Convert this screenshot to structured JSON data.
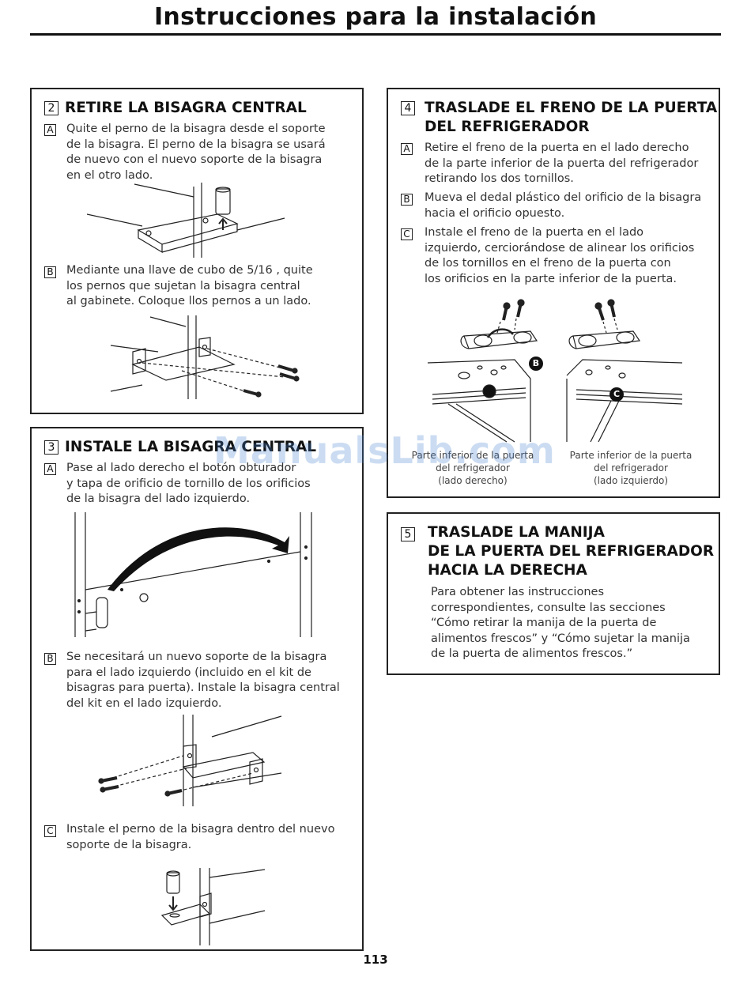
{
  "page": {
    "title": "Instrucciones para la instalación",
    "page_number": "113",
    "watermark": "ManualsLib.com"
  },
  "sections": {
    "s2": {
      "number": "2",
      "title": "RETIRE LA BISAGRA CENTRAL",
      "steps": [
        {
          "letter": "A",
          "lines": [
            "Quite el perno de la bisagra desde el soporte",
            "de la bisagra. El perno de la bisagra se usará",
            "de nuevo con el nuevo soporte de la bisagra",
            "en el otro lado."
          ]
        },
        {
          "letter": "B",
          "lines": [
            "Mediante una llave de cubo de 5/16  , quite",
            "los pernos que sujetan la bisagra central",
            "al gabinete. Coloque llos pernos a un lado."
          ]
        }
      ]
    },
    "s3": {
      "number": "3",
      "title": "INSTALE LA BISAGRA CENTRAL",
      "steps": [
        {
          "letter": "A",
          "lines": [
            "Pase al lado derecho el botón obturador",
            "y tapa de orificio de tornillo de los orificios",
            "de la bisagra del lado izquierdo."
          ]
        },
        {
          "letter": "B",
          "lines": [
            "Se necesitará un nuevo soporte de la bisagra",
            "para el lado izquierdo (incluido en el kit de",
            "bisagras para puerta). Instale la bisagra central",
            "del kit en el lado izquierdo."
          ]
        },
        {
          "letter": "C",
          "lines": [
            "Instale el perno de la bisagra dentro del nuevo",
            "soporte de la bisagra."
          ]
        }
      ]
    },
    "s4": {
      "number": "4",
      "title_lines": [
        "TRASLADE EL FRENO DE LA PUERTA",
        "DEL REFRIGERADOR"
      ],
      "steps": [
        {
          "letter": "A",
          "lines": [
            "Retire el freno de la puerta en el lado derecho",
            "de la parte inferior de la puerta del refrigerador",
            "retirando los dos tornillos."
          ]
        },
        {
          "letter": "B",
          "lines": [
            "Mueva el dedal plástico del orificio de la bisagra",
            "hacia el orificio opuesto."
          ]
        },
        {
          "letter": "C",
          "lines": [
            "Instale el freno de la puerta en el lado",
            "izquierdo, cerciorándose de alinear los orificios",
            "de los tornillos en el freno de la puerta con",
            "los orificios en la parte inferior de la puerta."
          ]
        }
      ],
      "callout_b": "B",
      "callout_c": "C",
      "caption_left": [
        "Parte inferior de la puerta",
        "del refrigerador",
        "(lado derecho)"
      ],
      "caption_right": [
        "Parte inferior de la puerta",
        "del refrigerador",
        "(lado izquierdo)"
      ]
    },
    "s5": {
      "number": "5",
      "title_lines": [
        "TRASLADE LA MANIJA",
        "DE LA PUERTA DEL REFRIGERADOR",
        "HACIA LA DERECHA"
      ],
      "lines": [
        "Para obtener las instrucciones",
        "correspondientes, consulte las secciones",
        "“Cómo retirar la manija de la puerta de",
        "alimentos frescos” y “Cómo sujetar la manija",
        "de la puerta de alimentos frescos.”"
      ]
    }
  }
}
